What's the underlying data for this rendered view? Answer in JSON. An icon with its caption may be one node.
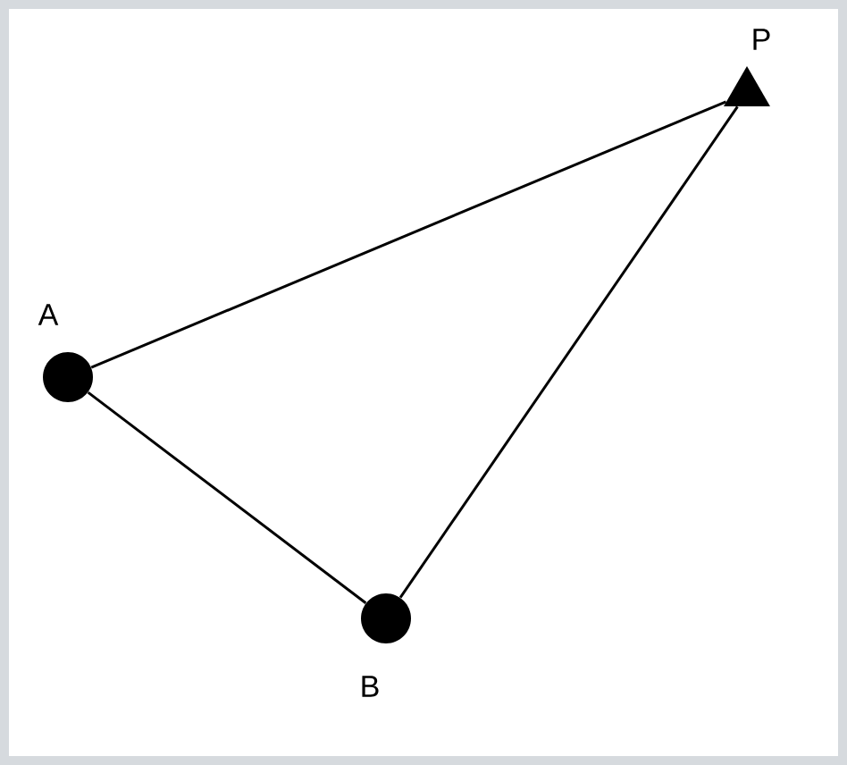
{
  "diagram": {
    "nodes": [
      {
        "text": [],
        "shape": "circle",
        "beside": [
          "A"
        ]
      },
      {
        "text": [],
        "shape": "circle",
        "beside": [
          "B"
        ]
      },
      {
        "text": [],
        "shape": "triangle",
        "beside": [
          "P"
        ]
      }
    ],
    "edges": [
      {
        "from": 0,
        "to": 2,
        "arrow": "none"
      },
      {
        "from": 0,
        "to": 1,
        "arrow": "none"
      },
      {
        "from": 1,
        "to": 2,
        "arrow": "none"
      }
    ]
  }
}
